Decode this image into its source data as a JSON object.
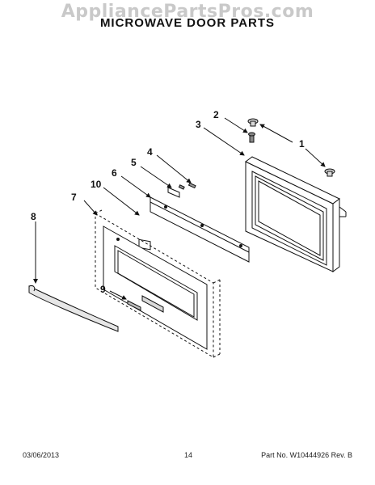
{
  "watermark": "AppliancePartsPros.com",
  "title": "MICROWAVE DOOR PARTS",
  "callouts": [
    "1",
    "2",
    "3",
    "4",
    "5",
    "6",
    "7",
    "8",
    "9",
    "10"
  ],
  "footer": {
    "date": "03/06/2013",
    "page": "14",
    "part_number": "Part No. W10444926  Rev. B"
  }
}
